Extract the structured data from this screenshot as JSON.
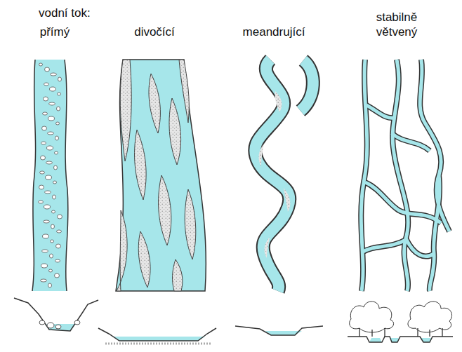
{
  "diagram": {
    "title": "vodní tok:",
    "labels": [
      "přímý",
      "divočící",
      "meandrující",
      "stabilně větvený"
    ]
  }
}
